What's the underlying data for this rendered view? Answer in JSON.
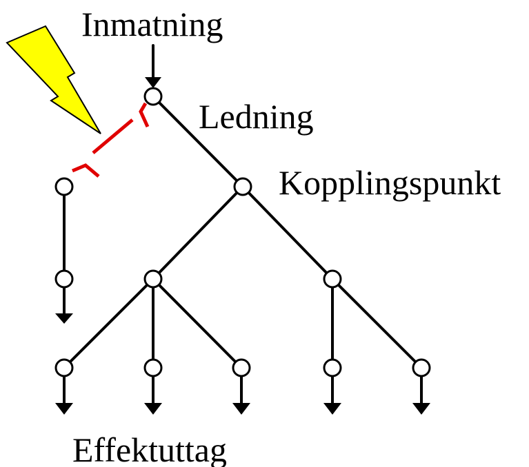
{
  "labels": {
    "feed": "Inmatning",
    "line": "Ledning",
    "junction": "Kopplingspunkt",
    "loads": "Effektuttag"
  },
  "colors": {
    "wire": "#000000",
    "node_fill": "#ffffff",
    "fault": "#e00000",
    "lightning": "#ffff00"
  },
  "icons": {
    "lightning": "lightning-bolt-icon",
    "feed_arrow": "arrow-down-icon",
    "load_arrow": "arrow-down-icon"
  }
}
